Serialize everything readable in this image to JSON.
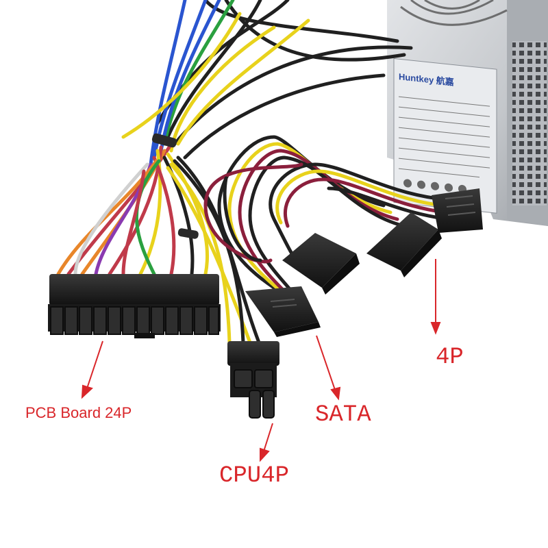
{
  "psu": {
    "brand": "Huntkey 航嘉"
  },
  "labels": {
    "board_24p": "PCB Board 24P",
    "cpu_4p": "CPU4P",
    "sata": "SATA",
    "molex_4p": "4P"
  },
  "colors": {
    "annotation": "#d9262a",
    "psu_body": "#c9ccd0",
    "connector": "#1c1c1c"
  },
  "wire_colors": [
    "#202020",
    "#e8d21c",
    "#c03a4a",
    "#e8862a",
    "#2a55d0",
    "#2aa040",
    "#8a3ab0",
    "#d0d0d0",
    "#8b1f3c"
  ]
}
